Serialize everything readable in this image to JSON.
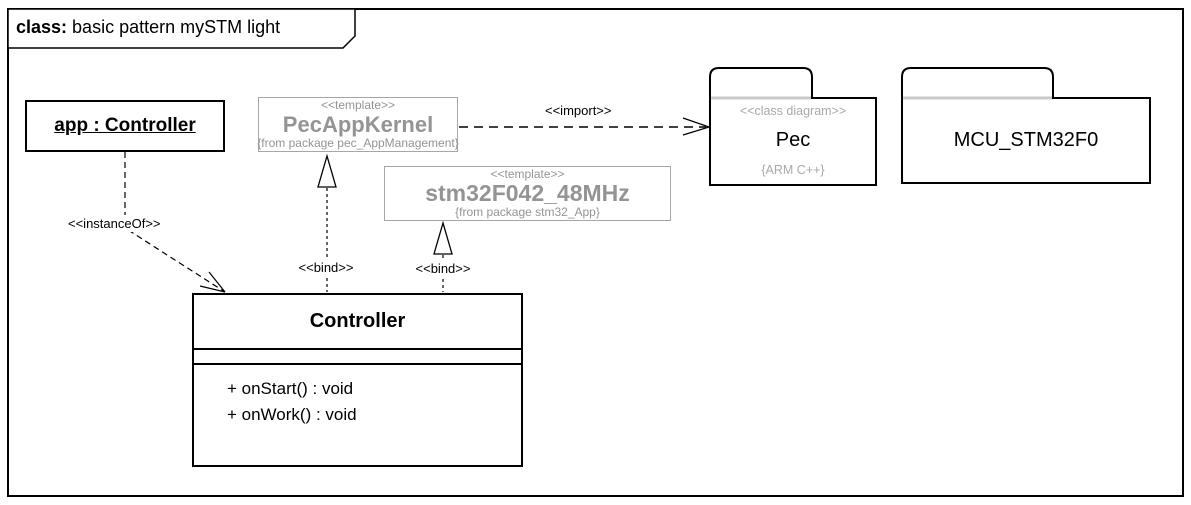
{
  "frame": {
    "title_keyword": "class:",
    "title_rest": " basic pattern mySTM light"
  },
  "nodes": {
    "app_instance": {
      "label": "app : Controller"
    },
    "pec_app_kernel": {
      "stereotype": "<<template>>",
      "name": "PecAppKernel",
      "origin": "{from package pec_AppManagement}"
    },
    "stm32_template": {
      "stereotype": "<<template>>",
      "name": "stm32F042_48MHz",
      "origin": "{from package stm32_App}"
    },
    "controller_class": {
      "name": "Controller",
      "operations": [
        "+ onStart() : void",
        "+ onWork() : void"
      ]
    },
    "pec_package": {
      "stereotype": "<<class diagram>>",
      "name": "Pec",
      "tag": "{ARM C++}"
    },
    "mcu_package": {
      "name": "MCU_STM32F0"
    }
  },
  "edges": {
    "instance_of": {
      "label": "<<instanceOf>>"
    },
    "bind_pec": {
      "label": "<<bind>>"
    },
    "bind_stm32": {
      "label": "<<bind>>"
    },
    "import_pec": {
      "label": "<<import>>"
    }
  },
  "colors": {
    "line_black": "#000000",
    "template_gray_text": "#949494",
    "template_gray_border": "#a6a6a6",
    "package_gray_text": "#a9a9a9",
    "package_tab_separator": "#c9c9c9",
    "background": "#ffffff"
  }
}
